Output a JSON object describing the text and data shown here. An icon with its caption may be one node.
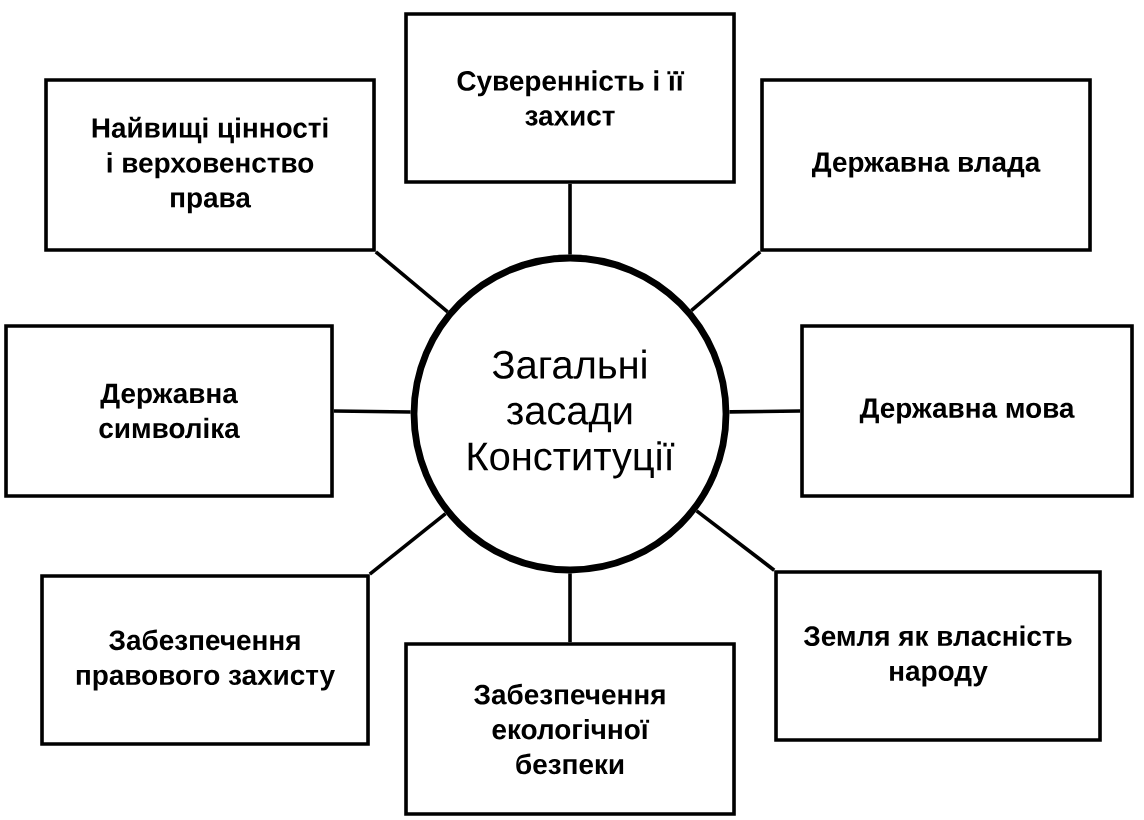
{
  "diagram": {
    "nodes": [
      {
        "text": [
          "Загальні засади Конституції"
        ]
      },
      {
        "text": [
          "Суверенність і її захист"
        ]
      },
      {
        "text": [
          "Найвищі цінності і верховенство права"
        ]
      },
      {
        "text": [
          "Державна влада"
        ]
      },
      {
        "text": [
          "Державна символіка"
        ]
      },
      {
        "text": [
          "Державна мова"
        ]
      },
      {
        "text": [
          "Забезпечення правового захисту"
        ]
      },
      {
        "text": [
          "Забезпечення екологічної безпеки"
        ]
      },
      {
        "text": [
          "Земля як власність народу"
        ]
      }
    ],
    "edges": [
      {
        "from": 0,
        "to": 1,
        "arrow": "none"
      },
      {
        "from": 0,
        "to": 2,
        "arrow": "none"
      },
      {
        "from": 0,
        "to": 3,
        "arrow": "none"
      },
      {
        "from": 0,
        "to": 4,
        "arrow": "none"
      },
      {
        "from": 0,
        "to": 5,
        "arrow": "none"
      },
      {
        "from": 0,
        "to": 6,
        "arrow": "none"
      },
      {
        "from": 0,
        "to": 7,
        "arrow": "none"
      },
      {
        "from": 0,
        "to": 8,
        "arrow": "none"
      }
    ]
  }
}
